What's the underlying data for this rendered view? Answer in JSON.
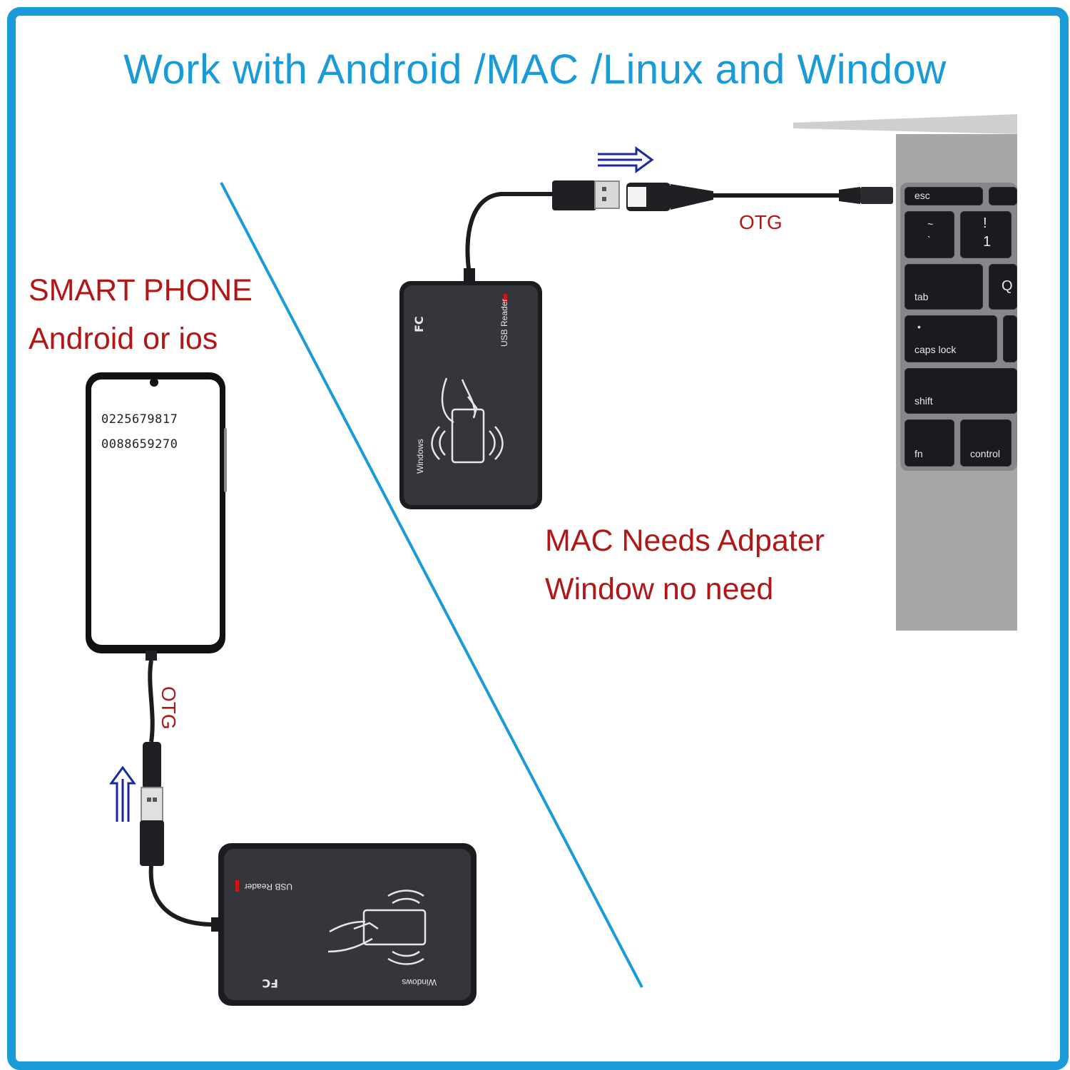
{
  "title": "Work with Android /MAC /Linux and Window",
  "phone_section": {
    "heading": "SMART PHONE",
    "subheading": "Android or ios",
    "screen_lines": [
      "0225679817",
      "0088659270"
    ],
    "otg_label": "OTG"
  },
  "mac_section": {
    "line1": "MAC Needs Adpater",
    "line2": "Window no need",
    "otg_label": "OTG"
  },
  "reader": {
    "label": "USB Reader",
    "os_label": "Windows",
    "fc_mark": "FC"
  },
  "keyboard": {
    "keys": [
      "esc",
      "~",
      "`",
      "!",
      "1",
      "tab",
      "Q",
      "caps lock",
      "shift",
      "fn",
      "control"
    ]
  },
  "colors": {
    "accent_blue": "#1a9ad7",
    "label_red": "#b01818",
    "arrow_navy": "#1a2a9a",
    "device_black": "#2b2c30"
  }
}
